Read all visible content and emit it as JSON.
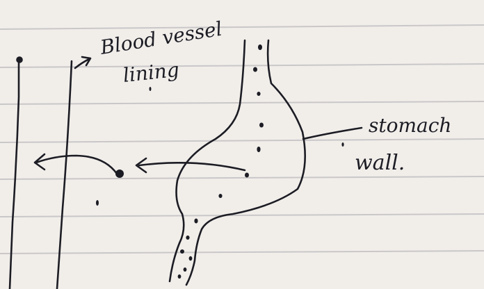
{
  "labels": {
    "blood_vessel_line1": "Blood vessel",
    "blood_vessel_line2": "lining",
    "stomach_line1": "stomach",
    "stomach_line2": "wall."
  },
  "colors": {
    "paper": "#f1eeea",
    "rule": "#c9c7c8",
    "ink": "#1c1c24"
  }
}
